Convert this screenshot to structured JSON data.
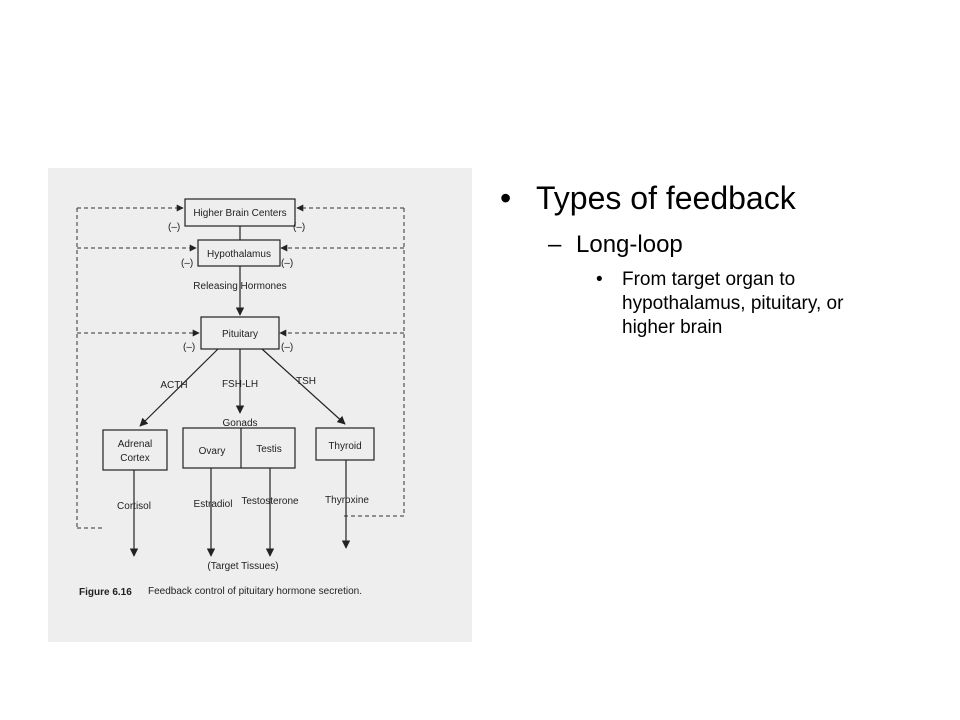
{
  "slide": {
    "heading": "Types of feedback",
    "subheading": "Long-loop",
    "detail": "From target organ to hypothalamus, pituitary, or higher brain",
    "bullet_symbol": "•",
    "dash_symbol": "–"
  },
  "figure": {
    "nodes": {
      "higher_brain": "Higher Brain Centers",
      "hypothalamus": "Hypothalamus",
      "releasing": "Releasing Hormones",
      "pituitary": "Pituitary",
      "acth": "ACTH",
      "fshlh": "FSH-LH",
      "tsh": "TSH",
      "adrenal_1": "Adrenal",
      "adrenal_2": "Cortex",
      "gonads": "Gonads",
      "ovary": "Ovary",
      "testis": "Testis",
      "thyroid": "Thyroid",
      "cortisol": "Cortisol",
      "estradiol": "Estradiol",
      "testosterone": "Testosterone",
      "thyroxine": "Thyroxine",
      "target": "(Target Tissues)"
    },
    "neg_sign": "(–)",
    "caption_label": "Figure 6.16",
    "caption_text": "Feedback control of pituitary hormone secretion.",
    "colors": {
      "background": "#efeeee",
      "ink": "#222222"
    }
  }
}
